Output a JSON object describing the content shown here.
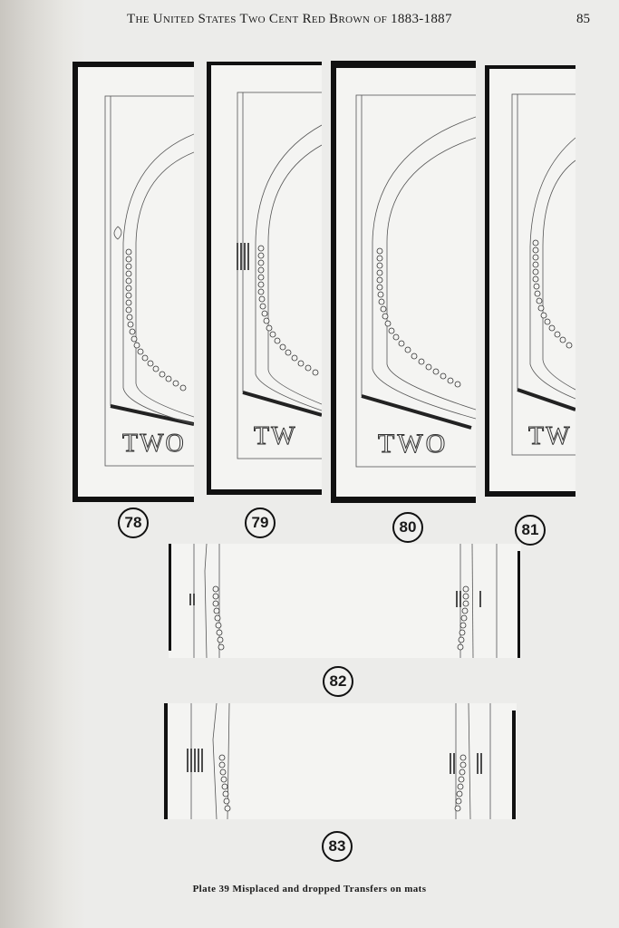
{
  "header": {
    "running_title": "The United States Two Cent Red Brown of 1883-1887",
    "page_number": "85"
  },
  "plates": [
    {
      "number": "78",
      "letters": "TWO"
    },
    {
      "number": "79",
      "letters": "TW"
    },
    {
      "number": "80",
      "letters": "TWO"
    },
    {
      "number": "81",
      "letters": "TW"
    },
    {
      "number": "82"
    },
    {
      "number": "83"
    }
  ],
  "caption": "Plate 39 Misplaced and dropped Transfers on mats"
}
